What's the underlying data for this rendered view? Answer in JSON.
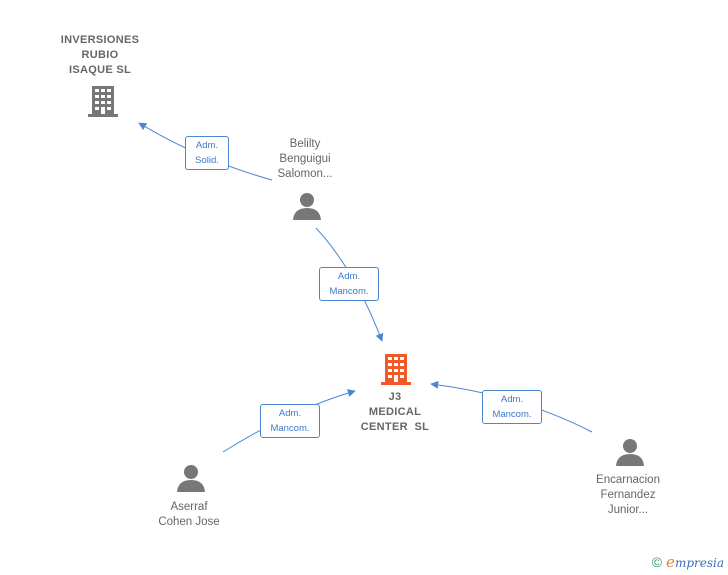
{
  "nodes": {
    "inversiones": {
      "name_lines": [
        "INVERSIONES",
        "RUBIO",
        "ISAQUE SL"
      ],
      "icon": "building-icon",
      "color": "#777777"
    },
    "belilty": {
      "name_lines": [
        "Belilty",
        "Benguigui",
        "Salomon..."
      ],
      "icon": "person-icon",
      "color": "#777777"
    },
    "j3": {
      "name_lines": [
        "J3",
        "MEDICAL",
        "CENTER  SL"
      ],
      "icon": "building-icon",
      "color": "#f05a28"
    },
    "aserraf": {
      "name_lines": [
        "Aserraf",
        "Cohen Jose"
      ],
      "icon": "person-icon",
      "color": "#777777"
    },
    "encarnacion": {
      "name_lines": [
        "Encarnacion",
        "Fernandez",
        "Junior..."
      ],
      "icon": "person-icon",
      "color": "#777777"
    }
  },
  "edges": [
    {
      "label_lines": [
        "Adm.",
        "Solid."
      ]
    },
    {
      "label_lines": [
        "Adm.",
        "Mancom."
      ]
    },
    {
      "label_lines": [
        "Adm.",
        "Mancom."
      ]
    },
    {
      "label_lines": [
        "Adm.",
        "Mancom."
      ]
    }
  ],
  "footer": {
    "copyright": "©",
    "brand_initial": "e",
    "brand_rest": "mpresia"
  },
  "edge_color": "#4a86d4"
}
